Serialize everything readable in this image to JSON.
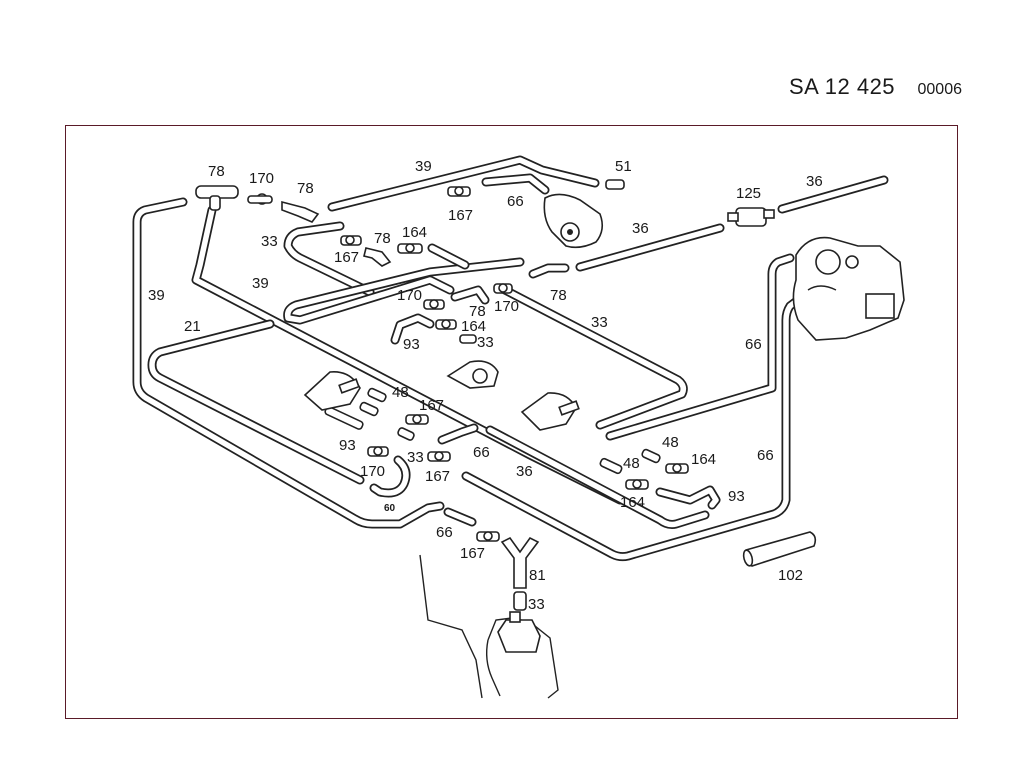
{
  "header": {
    "code": "SA  12 425",
    "number": "00006"
  },
  "callouts": [
    {
      "id": "c78a",
      "text": "78"
    },
    {
      "id": "c170a",
      "text": "170"
    },
    {
      "id": "c78b",
      "text": "78"
    },
    {
      "id": "c39a",
      "text": "39"
    },
    {
      "id": "c51",
      "text": "51"
    },
    {
      "id": "c167a",
      "text": "167"
    },
    {
      "id": "c66a",
      "text": "66"
    },
    {
      "id": "c125",
      "text": "125"
    },
    {
      "id": "c36a",
      "text": "36"
    },
    {
      "id": "c33a",
      "text": "33"
    },
    {
      "id": "c78c",
      "text": "78"
    },
    {
      "id": "c164a",
      "text": "164"
    },
    {
      "id": "c167b",
      "text": "167"
    },
    {
      "id": "c36b",
      "text": "36"
    },
    {
      "id": "c39b",
      "text": "39"
    },
    {
      "id": "c39c",
      "text": "39"
    },
    {
      "id": "c170b",
      "text": "170"
    },
    {
      "id": "c78d",
      "text": "78"
    },
    {
      "id": "c170c",
      "text": "170"
    },
    {
      "id": "c78e",
      "text": "78"
    },
    {
      "id": "c21",
      "text": "21"
    },
    {
      "id": "c164b",
      "text": "164"
    },
    {
      "id": "c33b",
      "text": "33"
    },
    {
      "id": "c93a",
      "text": "93"
    },
    {
      "id": "c33c",
      "text": "33"
    },
    {
      "id": "c66b",
      "text": "66"
    },
    {
      "id": "c48a",
      "text": "48"
    },
    {
      "id": "c167c",
      "text": "167"
    },
    {
      "id": "c93b",
      "text": "93"
    },
    {
      "id": "c33d",
      "text": "33"
    },
    {
      "id": "c66c",
      "text": "66"
    },
    {
      "id": "c36c",
      "text": "36"
    },
    {
      "id": "c170d",
      "text": "170"
    },
    {
      "id": "c167d",
      "text": "167"
    },
    {
      "id": "c48b",
      "text": "48"
    },
    {
      "id": "c48c",
      "text": "48"
    },
    {
      "id": "c164c",
      "text": "164"
    },
    {
      "id": "c66d",
      "text": "66"
    },
    {
      "id": "c93c",
      "text": "93"
    },
    {
      "id": "c164d",
      "text": "164"
    },
    {
      "id": "c60",
      "text": "60"
    },
    {
      "id": "c66e",
      "text": "66"
    },
    {
      "id": "c167e",
      "text": "167"
    },
    {
      "id": "c81",
      "text": "81"
    },
    {
      "id": "c33e",
      "text": "33"
    },
    {
      "id": "c102",
      "text": "102"
    }
  ]
}
